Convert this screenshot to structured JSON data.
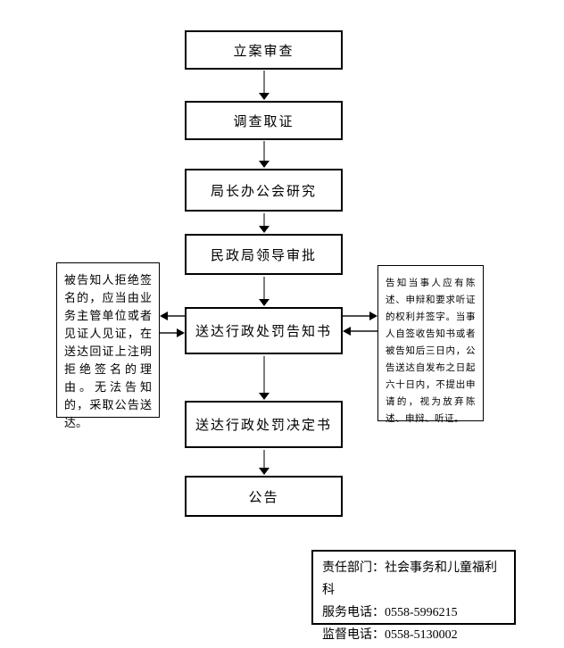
{
  "colors": {
    "background": "#ffffff",
    "box_border": "#000000",
    "box_fill": "#ffffff",
    "text": "#000000",
    "arrow_line": "#7d7d7d",
    "arrow_head": "#000000"
  },
  "flow": {
    "steps": [
      "立案审查",
      "调查取证",
      "局长办公会研究",
      "民政局领导审批",
      "送达行政处罚告知书",
      "送达行政处罚决定书",
      "公告"
    ]
  },
  "notes": {
    "left": "被告知人拒绝签名的，应当由业务主管单位或者见证人见证，在送达回证上注明拒绝签名的理由。无法告知的，采取公告送达。",
    "right": "告知当事人应有陈述、申辩和要求听证的权利并签字。当事人自签收告知书或者被告知后三日内，公告送达自发布之日起六十日内，不提出申请的，视为放弃陈述、申辩、听证。"
  },
  "contact": {
    "lines": [
      "责任部门：社会事务和儿童福利科",
      "服务电话：0558-5996215",
      "监督电话：0558-5130002"
    ]
  }
}
